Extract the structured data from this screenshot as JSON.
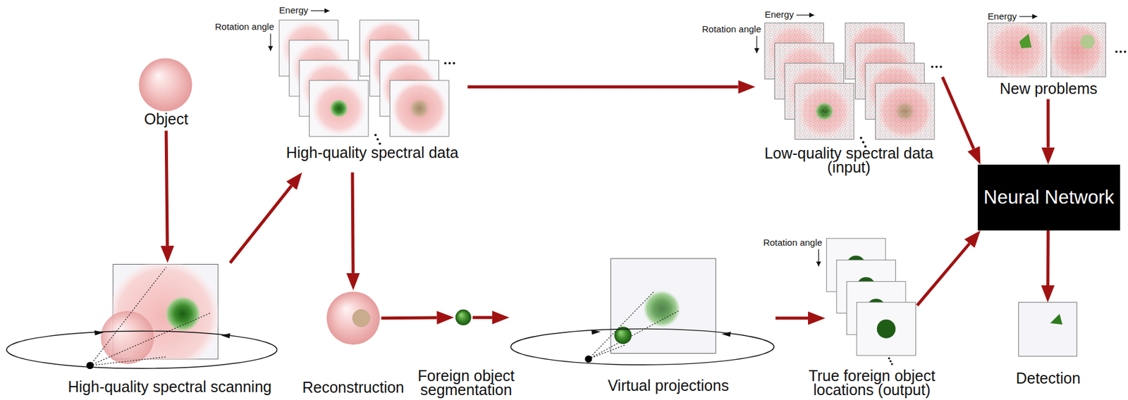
{
  "diagram": {
    "nodes": [
      {
        "text": [
          "Object"
        ]
      },
      {
        "text": [
          "High-quality spectral scanning"
        ]
      },
      {
        "text": [
          "High-quality spectral data"
        ]
      },
      {
        "text": [
          "Reconstruction"
        ]
      },
      {
        "text": [
          "Foreign object segmentation"
        ]
      },
      {
        "text": [
          "Virtual projections"
        ]
      },
      {
        "text": [
          "True foreign object locations (output)"
        ]
      },
      {
        "text": [
          "Low-quality spectral data (input)"
        ]
      },
      {
        "text": [
          "New problems"
        ]
      },
      {
        "text": [
          "Neural Network"
        ]
      },
      {
        "text": [
          "Detection"
        ]
      }
    ],
    "edges": [
      {
        "from": 0,
        "to": 1,
        "arrow": "to"
      },
      {
        "from": 1,
        "to": 2,
        "arrow": "to"
      },
      {
        "from": 2,
        "to": 3,
        "arrow": "to"
      },
      {
        "from": 2,
        "to": 7,
        "arrow": "to"
      },
      {
        "from": 3,
        "to": 4,
        "arrow": "to"
      },
      {
        "from": 4,
        "to": 5,
        "arrow": "to"
      },
      {
        "from": 5,
        "to": 6,
        "arrow": "to"
      },
      {
        "from": 6,
        "to": 9,
        "arrow": "to"
      },
      {
        "from": 7,
        "to": 9,
        "arrow": "to"
      },
      {
        "from": 8,
        "to": 9,
        "arrow": "to"
      },
      {
        "from": 9,
        "to": 10,
        "arrow": "to"
      }
    ],
    "labels": [
      "Energy",
      "Rotation angle",
      "Energy",
      "Rotation angle",
      "Energy",
      "Rotation angle"
    ]
  }
}
